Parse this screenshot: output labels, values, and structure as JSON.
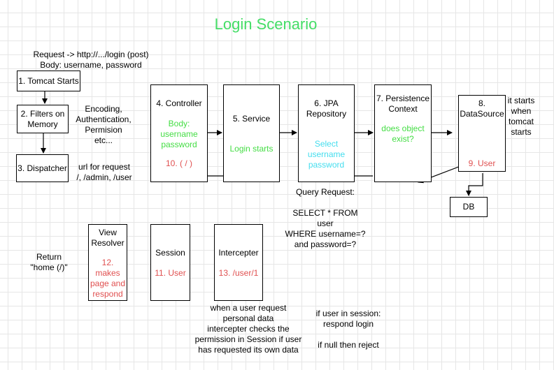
{
  "title": "Login Scenario",
  "request_note": [
    "Request -> http://.../login (post)",
    "Body: username, password"
  ],
  "nodes": {
    "tomcat": {
      "label": "1. Tomcat Starts"
    },
    "filters": {
      "label": [
        "2. Filters on",
        "Memory"
      ]
    },
    "dispatcher": {
      "label": "3. Dispatcher"
    },
    "controller": {
      "label": "4. Controller",
      "note": [
        "Body:",
        "username",
        "password"
      ],
      "step": "10. ( / )"
    },
    "service": {
      "label": "5. Service",
      "note": "Login starts"
    },
    "jpa": {
      "label": [
        "6. JPA",
        "Repository"
      ],
      "note": [
        "Select",
        "username",
        "password"
      ]
    },
    "persistence": {
      "label": [
        "7. Persistence",
        "Context"
      ],
      "note": [
        "does object",
        "exist?"
      ]
    },
    "datasource": {
      "label": [
        "8.",
        "DataSource"
      ],
      "step": "9. User"
    },
    "db": {
      "label": "DB"
    },
    "view_resolver": {
      "label": [
        "View",
        "Resolver"
      ],
      "note": [
        "12.",
        "makes",
        "page and",
        "respond"
      ]
    },
    "session": {
      "label": "Session",
      "note": "11. User"
    },
    "intercepter": {
      "label": "Intercepter",
      "note": "13. /user/1"
    }
  },
  "annotations": {
    "filters_note": [
      "Encoding,",
      "Authentication,",
      "Permision",
      "etc..."
    ],
    "dispatcher_note": [
      "url for request",
      "/, /admin, /user"
    ],
    "datasource_note": [
      "it starts",
      "when",
      "tomcat",
      "starts"
    ],
    "query": [
      "Query Request:",
      "",
      "SELECT * FROM",
      "user",
      "WHERE username=?",
      "and password=?"
    ],
    "return_note": [
      "Return",
      "\"home (/)\""
    ],
    "intercepter_note": [
      "when a user request",
      "personal data",
      "intercepter checks the",
      "permission in Session if user",
      "has requested its own data"
    ],
    "session_check": [
      "if user in session:",
      "respond login",
      "",
      "if null then reject"
    ]
  }
}
